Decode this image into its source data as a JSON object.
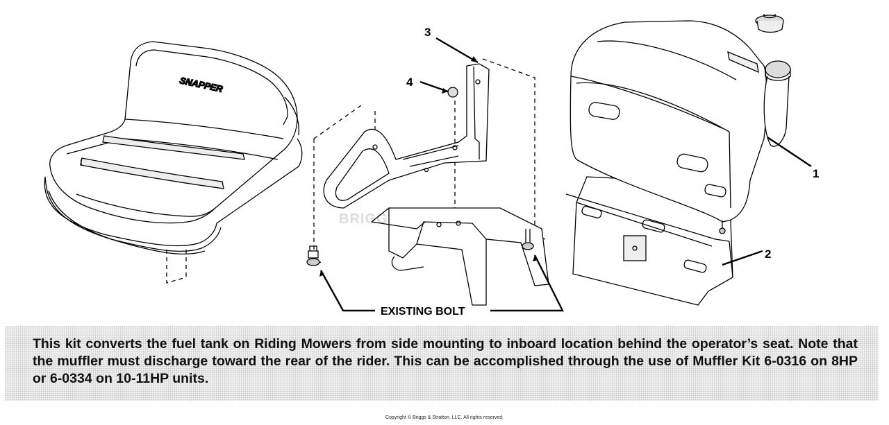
{
  "diagram": {
    "parts": [
      {
        "number": "1"
      },
      {
        "number": "2"
      },
      {
        "number": "3"
      },
      {
        "number": "4"
      }
    ],
    "seat_logo": "SNAPPER",
    "watermark": "BRIGGS & STRATTON",
    "existing_bolt_label": "EXISTING BOLT"
  },
  "notice": {
    "text": "This kit converts the fuel tank on Riding Mowers from side mounting to inboard location behind the operator’s seat. Note that the muffler must discharge toward the rear of the rider. This can be accomplished through the use of Muffler Kit 6-0316 on 8HP or 6-0334 on 10-11HP units."
  },
  "footer": {
    "copyright": "Copyright © Briggs & Stratton, LLC. All rights reserved."
  }
}
